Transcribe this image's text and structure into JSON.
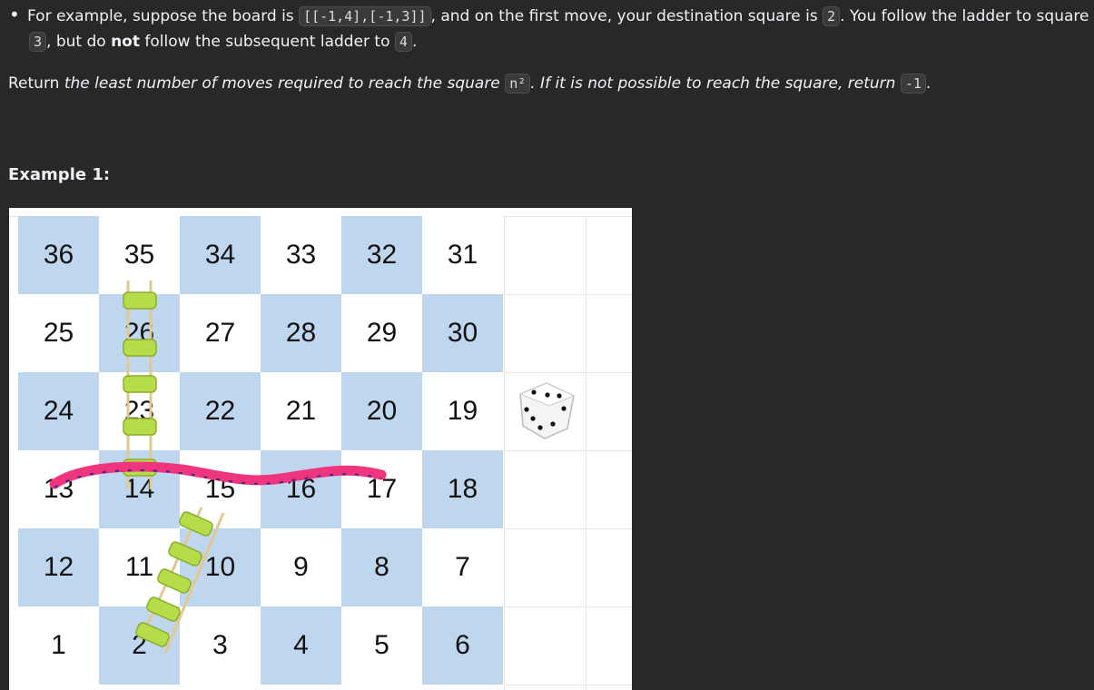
{
  "bullet": {
    "part1": "For example, suppose the board is ",
    "board_code": "[[-1,4],[-1,3]]",
    "part2": ", and on the first move, your destination square is ",
    "dest_code": "2",
    "part3": ". You follow the ladder to square",
    "square_code": "3",
    "part4": ", but do ",
    "bold": "not",
    "part5": " follow the subsequent ladder to ",
    "next_code": "4",
    "part6": "."
  },
  "return_text": {
    "lead": "Return ",
    "italic1": "the least number of moves required to reach the square ",
    "n2_code": "n²",
    "italic2": ". If it is not possible to reach the square, return ",
    "neg_code": "-1",
    "end": "."
  },
  "example_heading": "Example 1:",
  "board": {
    "rows": [
      [
        "36",
        "35",
        "34",
        "33",
        "32",
        "31"
      ],
      [
        "25",
        "26",
        "27",
        "28",
        "29",
        "30"
      ],
      [
        "24",
        "23",
        "22",
        "21",
        "20",
        "19"
      ],
      [
        "13",
        "14",
        "15",
        "16",
        "17",
        "18"
      ],
      [
        "12",
        "11",
        "10",
        "9",
        "8",
        "7"
      ],
      [
        "1",
        "2",
        "3",
        "4",
        "5",
        "6"
      ]
    ]
  },
  "colors": {
    "cell_blue": "#bfd7ee",
    "snake": "#f0357f",
    "ladder_rung": "#b7dc4a"
  }
}
